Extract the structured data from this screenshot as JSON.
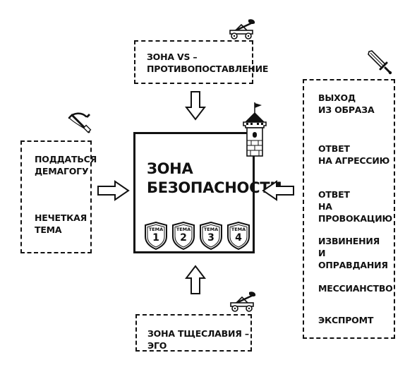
{
  "center": {
    "title_line1": "ЗОНА",
    "title_line2": "БЕЗОПАСНОСТИ",
    "shields": [
      {
        "word": "ТЕМА",
        "number": "1"
      },
      {
        "word": "ТЕМА",
        "number": "2"
      },
      {
        "word": "ТЕМА",
        "number": "3"
      },
      {
        "word": "ТЕМА",
        "number": "4"
      }
    ]
  },
  "top_box": {
    "line1": "ЗОНА VS –",
    "line2": "ПРОТИВОПОСТАВЛЕНИЕ"
  },
  "bottom_box": {
    "line1": "ЗОНА ТЩЕСЛАВИЯ – ЭГО"
  },
  "left_box": {
    "items": [
      {
        "line1": "ПОДДАТЬСЯ",
        "line2": "ДЕМАГОГУ"
      },
      {
        "line1": "НЕЧЕТКАЯ",
        "line2": "ТЕМА"
      }
    ]
  },
  "right_box": {
    "items": [
      {
        "line1": "ВЫХОД",
        "line2": "ИЗ ОБРАЗА"
      },
      {
        "line1": "ОТВЕТ",
        "line2": "НА АГРЕССИЮ"
      },
      {
        "line1": "ОТВЕТ",
        "line2": "НА ПРОВОКАЦИЮ"
      },
      {
        "line1": "ИЗВИНЕНИЯ",
        "line2": "И ОПРАВДАНИЯ"
      },
      {
        "line1": "МЕССИАНСТВО",
        "line2": ""
      },
      {
        "line1": "ЭКСПРОМТ",
        "line2": ""
      }
    ]
  },
  "icons": {
    "top": "catapult-icon",
    "bottom": "catapult-icon",
    "left": "crossbow-icon",
    "right": "sword-icon",
    "center": "castle-tower-icon"
  },
  "colors": {
    "ink": "#111111",
    "background": "#ffffff"
  }
}
